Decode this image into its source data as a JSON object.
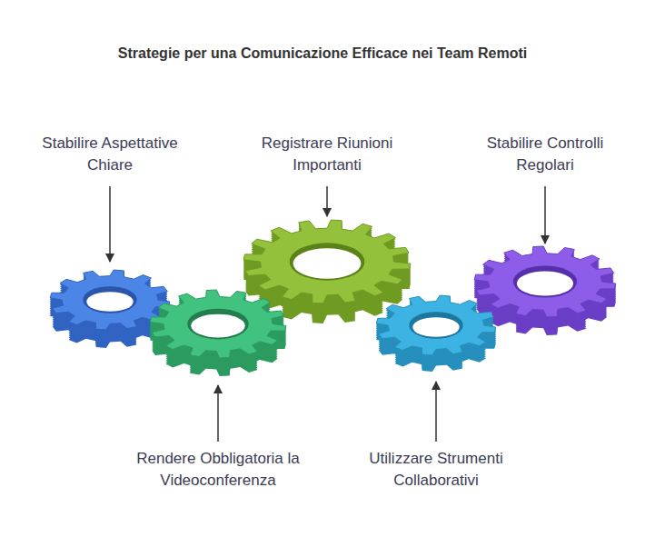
{
  "diagram": {
    "title": "Strategie per una Comunicazione Efficace nei Team Remoti",
    "nodes": [
      {
        "text": [
          "Stabilire Aspettative Chiare"
        ]
      },
      {
        "text": [
          "Rendere Obbligatoria la Videoconferenza"
        ]
      },
      {
        "text": [
          "Registrare Riunioni Importanti"
        ]
      },
      {
        "text": [
          "Utilizzare Strumenti Collaborativi"
        ]
      },
      {
        "text": [
          "Stabilire Controlli Regolari"
        ]
      }
    ]
  }
}
